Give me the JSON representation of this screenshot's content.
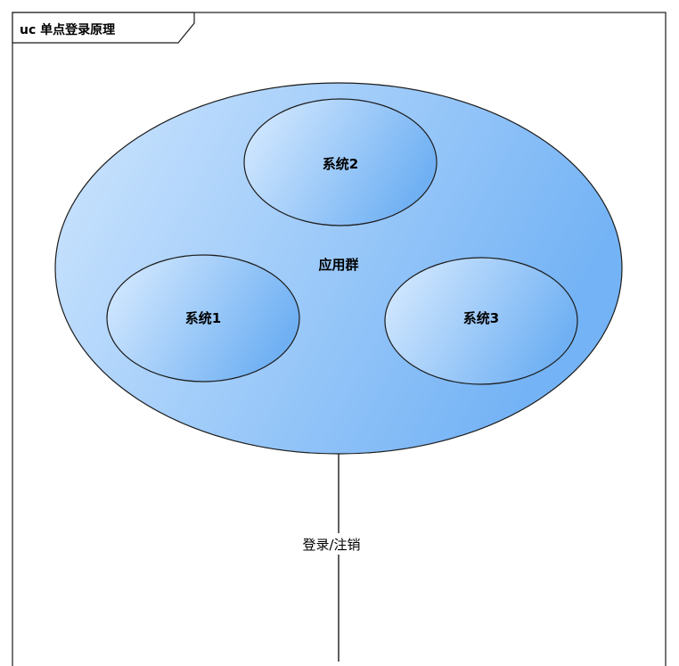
{
  "diagram": {
    "frame_title": "uc 单点登录原理",
    "group": {
      "label": "应用群"
    },
    "systems": [
      {
        "label": "系统2"
      },
      {
        "label": "系统1"
      },
      {
        "label": "系统3"
      }
    ],
    "connector": {
      "label": "登录/注销"
    },
    "colors": {
      "ellipse_fill_light": "#d6e9fe",
      "ellipse_fill_dark": "#79b7f6",
      "stroke": "#1c1c1c",
      "background": "#ffffff"
    }
  }
}
